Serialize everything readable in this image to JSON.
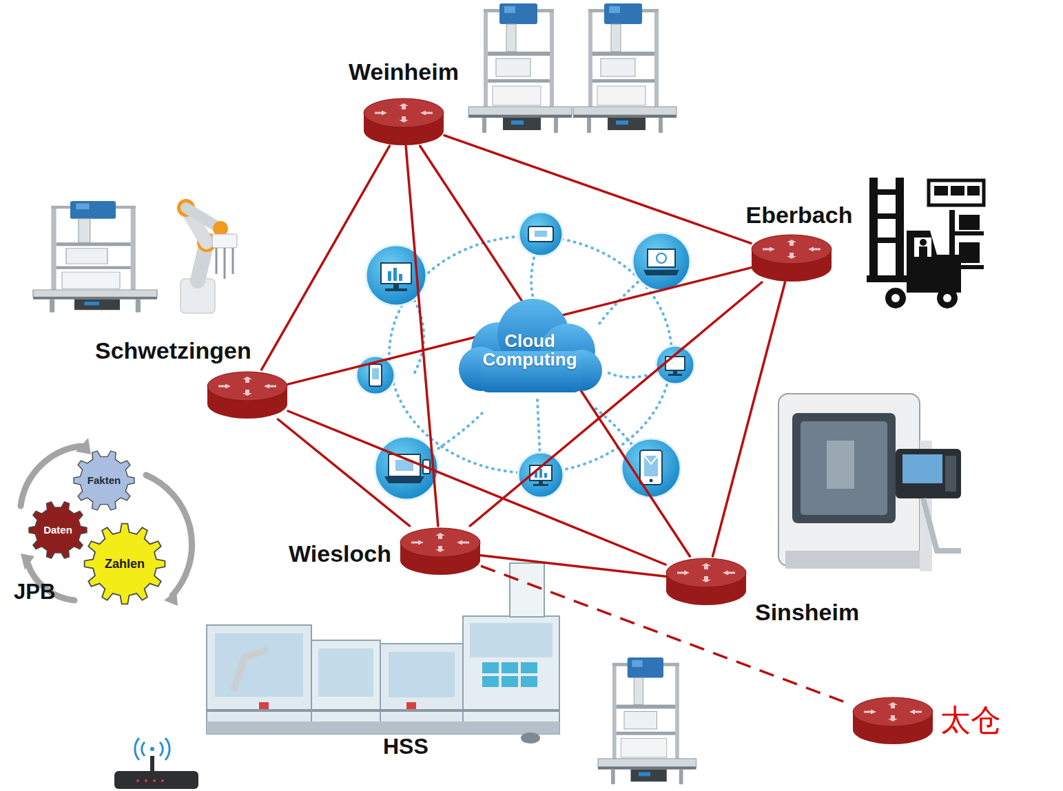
{
  "diagram": {
    "nodes": [
      {
        "text": [
          "Weinheim"
        ]
      },
      {
        "text": [
          "Eberbach"
        ]
      },
      {
        "text": [
          "Schwetzingen"
        ]
      },
      {
        "text": [
          "Cloud Computing"
        ]
      },
      {
        "text": [
          "Fakten"
        ]
      },
      {
        "text": [
          "Daten"
        ]
      },
      {
        "text": [
          "Zahlen"
        ]
      },
      {
        "text": [
          "Wiesloch"
        ]
      },
      {
        "text": [
          "Sinsheim"
        ]
      },
      {
        "text": [
          "太仓"
        ]
      }
    ],
    "edges": [
      {
        "from": 0,
        "to": 1,
        "arrow": "none"
      },
      {
        "from": 0,
        "to": 2,
        "arrow": "none"
      },
      {
        "from": 0,
        "to": 7,
        "arrow": "none"
      },
      {
        "from": 0,
        "to": 8,
        "arrow": "none"
      },
      {
        "from": 1,
        "to": 2,
        "arrow": "none"
      },
      {
        "from": 1,
        "to": 7,
        "arrow": "none"
      },
      {
        "from": 1,
        "to": 8,
        "arrow": "none"
      },
      {
        "from": 2,
        "to": 7,
        "arrow": "none"
      },
      {
        "from": 2,
        "to": 8,
        "arrow": "none"
      },
      {
        "from": 7,
        "to": 8,
        "arrow": "none"
      },
      {
        "from": 7,
        "to": 9,
        "arrow": "none"
      }
    ],
    "labels": [
      "JPB",
      "HSS"
    ]
  }
}
